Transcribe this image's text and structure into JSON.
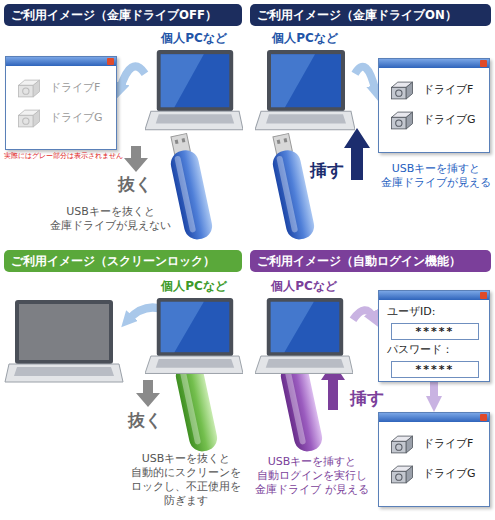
{
  "diagram": {
    "nodes": [
      {
        "text": [
          "ご利用イメージ（金庫ドライブOFF）"
        ]
      },
      {
        "text": [
          "個人PCなど"
        ]
      },
      {
        "text": [
          "ドライブF",
          "ドライブG"
        ]
      },
      {
        "text": [
          "ご利用イメージ（金庫ドライブON）"
        ]
      },
      {
        "text": [
          "個人PCなど"
        ]
      },
      {
        "text": [
          "ドライブF",
          "ドライブG"
        ]
      },
      {
        "text": [
          "ご利用イメージ（スクリーンロック）"
        ]
      },
      {
        "text": [
          "個人PCなど"
        ]
      },
      {
        "text": [
          "ご利用イメージ（自動ログイン機能）"
        ]
      },
      {
        "text": [
          "個人PCなど"
        ]
      },
      {
        "text": [
          "ユーザID:",
          "パスワード："
        ]
      },
      {
        "text": [
          "*****"
        ],
        "in": 10
      },
      {
        "text": [
          "*****"
        ],
        "in": 10
      },
      {
        "text": [
          "ドライブF",
          "ドライブG"
        ]
      }
    ],
    "edges": [
      {
        "from": 1,
        "to": 2,
        "arrow": "to"
      },
      {
        "from": 4,
        "to": 5,
        "arrow": "to"
      },
      {
        "from": 9,
        "to": 10,
        "arrow": "to"
      },
      {
        "from": 10,
        "to": 13,
        "arrow": "to"
      }
    ],
    "labels": [
      "実際にはグレー部分は表示されません",
      "抜く",
      "USBキーを抜くと 金庫ドライブが見えない",
      "挿す",
      "USBキーを挿すと 金庫ドライブが見える",
      "抜く",
      "USBキーを抜くと 自動的にスクリーンを ロックし、不正使用を 防ぎます",
      "挿す",
      "USBキーを挿すと 自動ログインを実行し 金庫ドライブ が見える"
    ]
  }
}
